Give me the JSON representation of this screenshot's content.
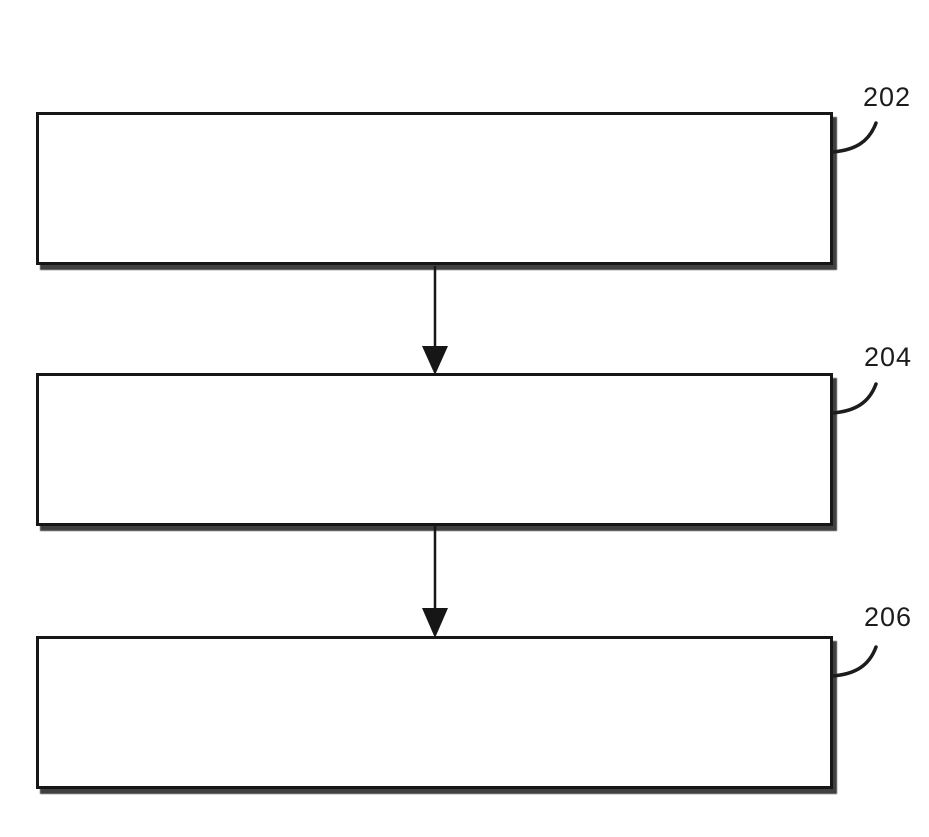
{
  "diagram": {
    "type": "flowchart",
    "orientation": "vertical",
    "background_color": "#ffffff",
    "stroke_color": "#161616",
    "box_fill_color": "#ffffff",
    "nodes": [
      {
        "ref": "202",
        "text": ""
      },
      {
        "ref": "204",
        "text": ""
      },
      {
        "ref": "206",
        "text": ""
      }
    ],
    "edges": [
      {
        "from": "202",
        "to": "204",
        "style": "arrow-down"
      },
      {
        "from": "204",
        "to": "206",
        "style": "arrow-down"
      }
    ]
  }
}
